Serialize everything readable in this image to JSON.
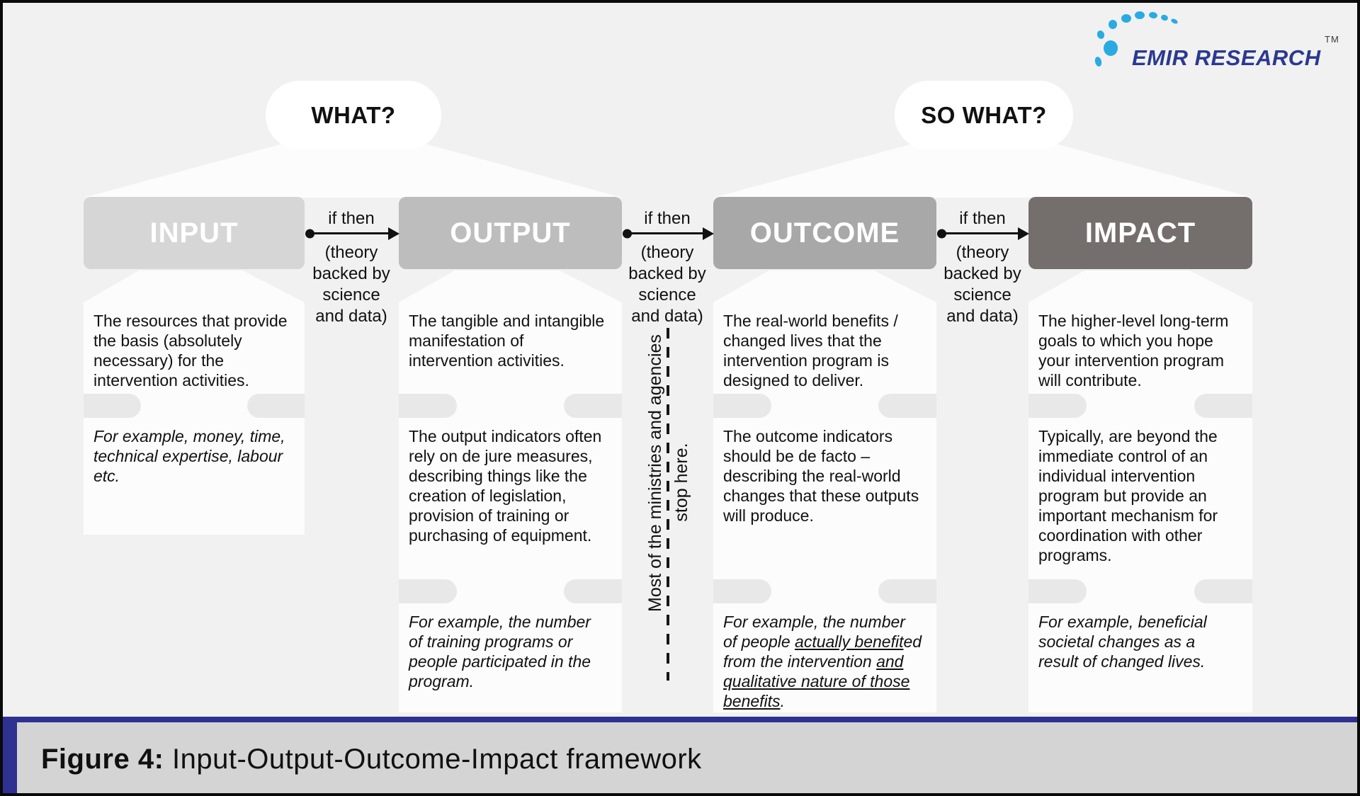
{
  "page": {
    "background": "#f1f1f1",
    "frame_color": "#0a0a0a",
    "panel_white": "#fcfcfc"
  },
  "logo": {
    "brand": "EMIR RESEARCH",
    "trademark": "TM",
    "text_color": "#2b3990",
    "dot_color": "#29abe2"
  },
  "bubbles": {
    "what": "WHAT?",
    "so_what": "SO WHAT?"
  },
  "arrow_label": {
    "top": "if then",
    "lines": [
      "(theory",
      "backed by",
      "science",
      "and data)"
    ]
  },
  "columns": [
    {
      "title": "INPUT",
      "color": "#d6d6d6",
      "description": "The resources that provide\nthe basis (absolutely\nnecessary) for the\nintervention activities.",
      "example": "For example, money, time,\ntechnical expertise, labour\netc."
    },
    {
      "title": "OUTPUT",
      "color": "#bdbdbd",
      "description": "The tangible and intangible\nmanifestation of\nintervention activities.",
      "indicators": "The output indicators often\nrely on de jure measures,\ndescribing things like the\ncreation of legislation,\nprovision of training or\npurchasing of equipment.",
      "example": "For example, the number\nof training programs or\npeople participated in the\nprogram."
    },
    {
      "title": "OUTCOME",
      "color": "#a8a8a8",
      "description": "The real-world benefits /\nchanged lives that the\nintervention program is\ndesigned to deliver.",
      "indicators": "The outcome indicators\nshould be de facto –\ndescribing the real-world\nchanges that these outputs\nwill produce.",
      "example_rich": [
        {
          "t": "For example, the number\nof people "
        },
        {
          "t": "actually benefit",
          "u": true
        },
        {
          "t": "ed\nfrom the intervention "
        },
        {
          "t": "and",
          "u": true
        },
        {
          "t": "\n"
        },
        {
          "t": "qualitative nature of those",
          "u": true
        },
        {
          "t": "\n"
        },
        {
          "t": "benefits",
          "u": true
        },
        {
          "t": "."
        }
      ]
    },
    {
      "title": "IMPACT",
      "color": "#746f6d",
      "description": "The higher-level long-term\ngoals to which you hope\nyour intervention program\nwill contribute.",
      "indicators": "Typically, are beyond the\nimmediate control of an\nindividual intervention\nprogram but provide an\nimportant mechanism for\ncoordination with other\nprograms.",
      "example": "For example, beneficial\nsocietal changes as a\nresult of changed lives."
    }
  ],
  "stop_note": {
    "line1": "Most of the ministries and agencies",
    "line2": "stop here."
  },
  "footer": {
    "caption_bold": "Figure 4:",
    "caption_rest": " Input-Output-Outcome-Impact framework",
    "bar_color": "#2e3192",
    "panel_color": "#d4d4d4"
  }
}
